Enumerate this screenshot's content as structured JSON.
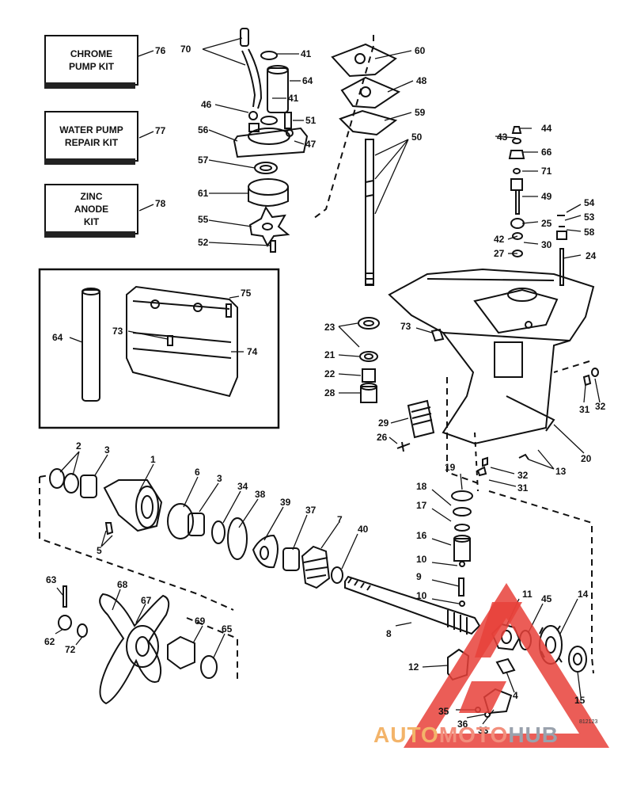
{
  "kits": [
    {
      "id": "chrome-pump-kit",
      "label": "CHROME\nPUMP KIT",
      "number": "76"
    },
    {
      "id": "water-pump-repair-kit",
      "label": "WATER PUMP\nREPAIR KIT",
      "number": "77"
    },
    {
      "id": "zinc-anode-kit",
      "label": "ZINC\nANODE\nKIT",
      "number": "78"
    }
  ],
  "part_numbers": [
    "70",
    "41",
    "64",
    "41",
    "46",
    "51",
    "56",
    "47",
    "57",
    "61",
    "55",
    "52",
    "60",
    "48",
    "59",
    "50",
    "44",
    "43",
    "66",
    "71",
    "49",
    "54",
    "53",
    "25",
    "58",
    "42",
    "30",
    "27",
    "24",
    "64",
    "75",
    "73",
    "74",
    "23",
    "73",
    "21",
    "22",
    "28",
    "29",
    "26",
    "31",
    "32",
    "20",
    "32",
    "31",
    "13",
    "2",
    "3",
    "1",
    "6",
    "3",
    "34",
    "38",
    "39",
    "37",
    "7",
    "40",
    "5",
    "19",
    "18",
    "17",
    "16",
    "10",
    "9",
    "10",
    "63",
    "68",
    "67",
    "62",
    "72",
    "69",
    "65",
    "8",
    "11",
    "45",
    "14",
    "12",
    "4",
    "35",
    "36",
    "33",
    "15"
  ],
  "drawing_number": "812123",
  "watermark": {
    "part1": "AUTO",
    "part2": "MOTO",
    "part3": "HUB"
  },
  "colors": {
    "line": "#111111",
    "watermark_red": "#e8413a",
    "watermark_orange": "#f3b46a",
    "watermark_grey": "#9aa2ad"
  }
}
